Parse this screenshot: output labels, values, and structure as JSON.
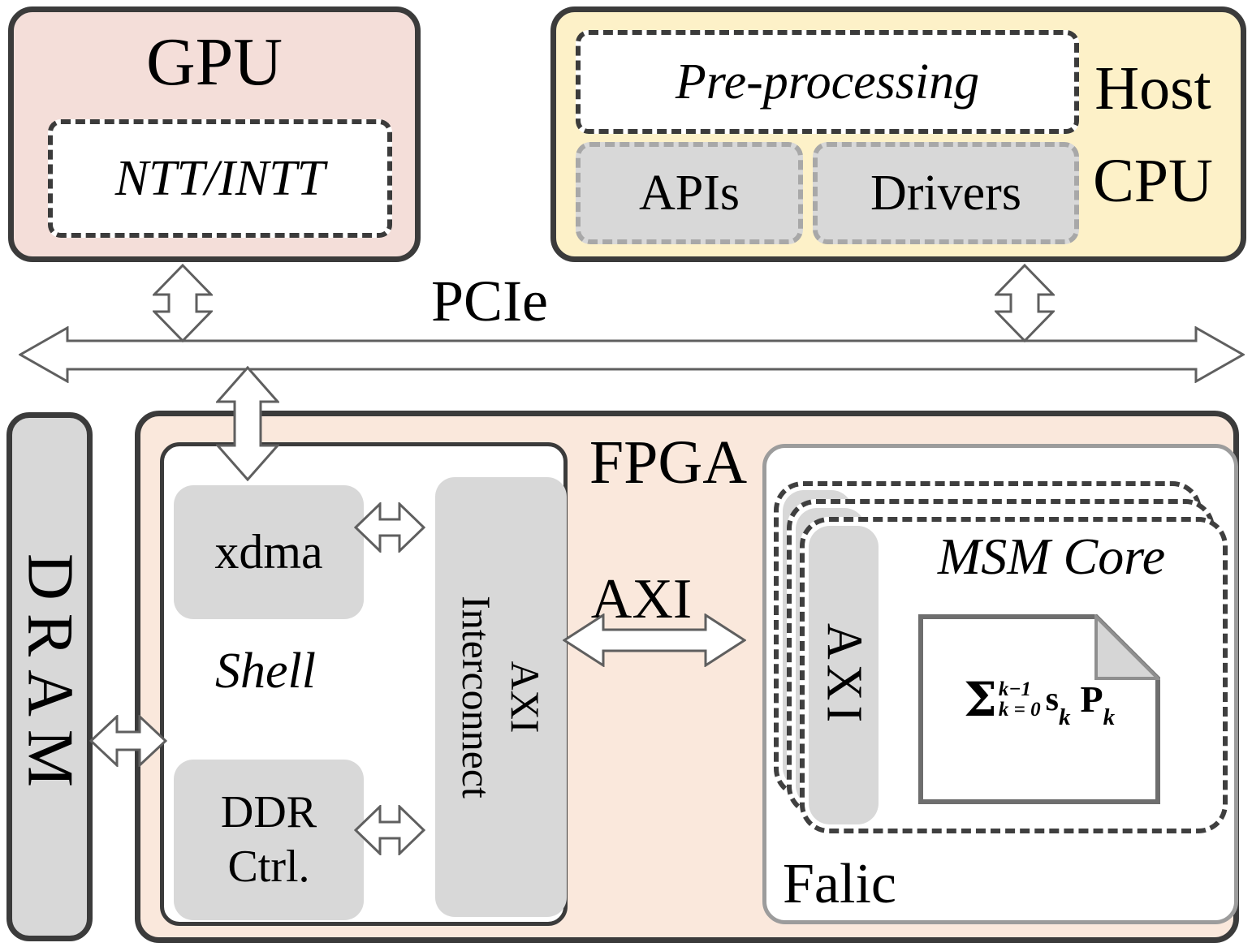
{
  "colors": {
    "gpu_fill": "#f4ded9",
    "host_fill": "#fdf1c8",
    "fpga_fill": "#fae8dc",
    "gray_fill": "#d8d8d8",
    "border_dark": "#3b3b3b",
    "border_light": "#9c9c9c",
    "arrow_stroke": "#5f5f5f"
  },
  "gpu": {
    "title": "GPU",
    "module": "NTT/INTT"
  },
  "host_cpu": {
    "preprocessing": "Pre-processing",
    "apis": "APIs",
    "drivers": "Drivers",
    "label_line1": "Host",
    "label_line2": "CPU"
  },
  "pcie": {
    "label": "PCIe"
  },
  "dram": {
    "label": "DRAM"
  },
  "fpga": {
    "label": "FPGA",
    "shell": {
      "label": "Shell",
      "xdma": "xdma",
      "axi_interconnect_line1": "AXI",
      "axi_interconnect_line2": "Interconnect",
      "ddr_line1": "DDR",
      "ddr_line2": "Ctrl."
    },
    "axi_link_label": "AXI",
    "falic": {
      "label": "Falic",
      "axi_port": "AXI",
      "msm_core_title": "MSM Core",
      "formula": {
        "sigma": "Σ",
        "superscript": "k−1",
        "subscript": "k = 0",
        "term1_base": "s",
        "term1_sub": "k",
        "term2_base": "P",
        "term2_sub": "k"
      }
    }
  }
}
